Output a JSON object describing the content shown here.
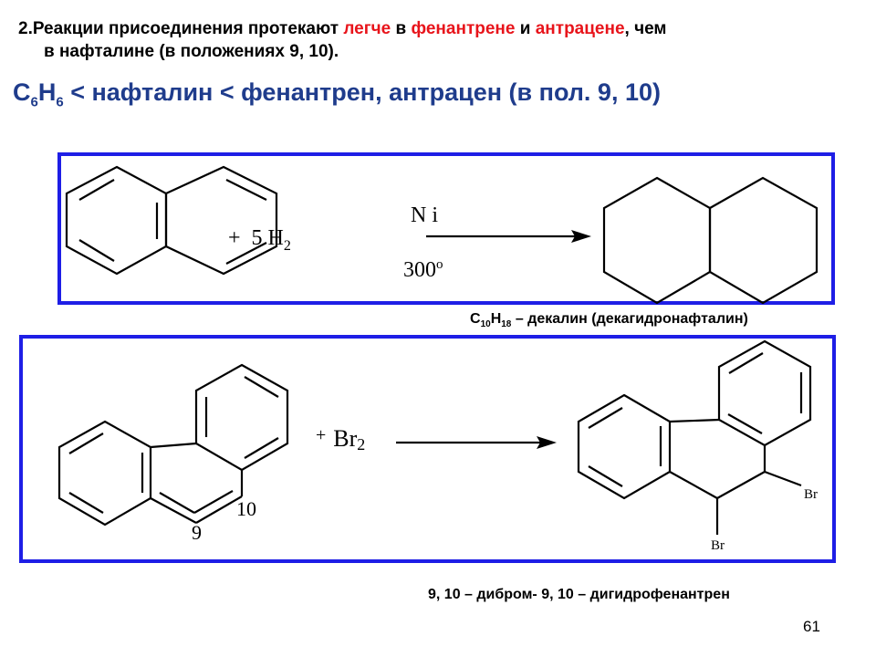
{
  "header": {
    "prefix": "2.Реакции присоединения протекают ",
    "highlight1": "легче",
    "mid1": " в ",
    "highlight2": "фенантрене",
    "mid2": " и ",
    "highlight3": "антрацене",
    "suffix": ", чем",
    "line2": "в нафталине (в положениях 9, 10)."
  },
  "series": {
    "c": "C",
    "c_sub": "6",
    "h": "H",
    "h_sub": "6",
    "rest": " < нафталин < фенантрен, антрацен (в пол. 9, 10)"
  },
  "reaction1": {
    "plus": "+",
    "coef": "5",
    "h": "H",
    "h_sub": "2",
    "catalyst": "N i",
    "temp": "300",
    "temp_sup": "o",
    "product_formula": {
      "c": "C",
      "c_sub": "10",
      "h": "H",
      "h_sub": "18",
      "text": " – декалин (декагидронафталин)"
    }
  },
  "reaction2": {
    "plus": "+",
    "reagent": "Br",
    "reagent_sub": "2",
    "pos10": "10",
    "pos9": "9",
    "br_right": "Br",
    "br_bottom": "Br",
    "product_name": "9, 10 – дибром- 9, 10 – дигидрофенантрен"
  },
  "page_number": "61",
  "colors": {
    "accent_red": "#e8141b",
    "title_blue": "#1f3c8c",
    "frame_blue": "#1e1ee6"
  }
}
